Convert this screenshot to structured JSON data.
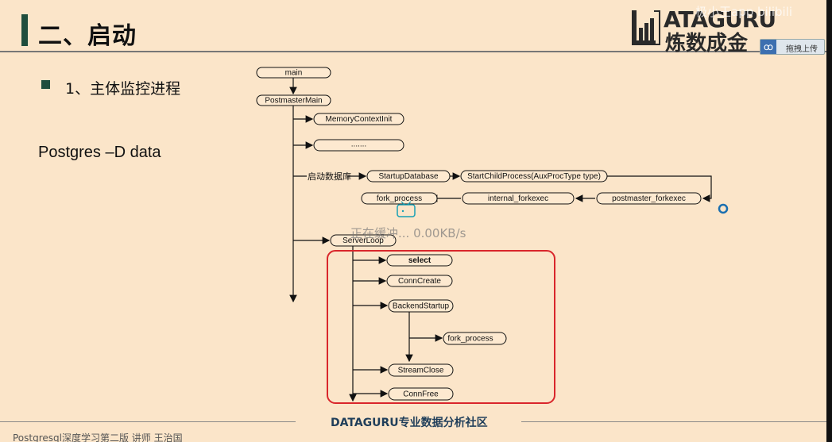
{
  "slide": {
    "title": "二、启动",
    "bullet": "1、主体监控进程",
    "command": "Postgres –D data",
    "footer_center": "DATAGURU专业数据分析社区",
    "footer_left": "Postgresql深度学习第二版      讲师 王治国"
  },
  "logo": {
    "top": "ATAGURU",
    "bottom": "炼数成金",
    "watermark": "极小王app bilibili"
  },
  "overlay": {
    "upload_label": "拖拽上传",
    "speed_text": "正在缓冲... 0.00KB/s"
  },
  "diagram": {
    "nodes": {
      "main": "main",
      "postmaster_main": "PostmasterMain",
      "memory_context_init": "MemoryContextInit",
      "ellipsis": ".......",
      "start_label": "启动数据库",
      "startup_database": "StartupDatabase",
      "start_child_process": "StartChildProcess(AuxProcType type)",
      "fork_process": "fork_process",
      "internal_forkexec": "internal_forkexec",
      "postmaster_forkexec": "postmaster_forkexec",
      "server_loop": "ServerLoop",
      "select": "select",
      "conn_create": "ConnCreate",
      "backend_startup": "BackendStartup",
      "fork_process_2": "fork_process",
      "stream_close": "StreamClose",
      "conn_free": "ConnFree"
    }
  },
  "colors": {
    "background": "#fbe5c9",
    "accent": "#1f4e3d",
    "highlight_box": "#d9262b",
    "node_fill": "#fde9d0"
  }
}
